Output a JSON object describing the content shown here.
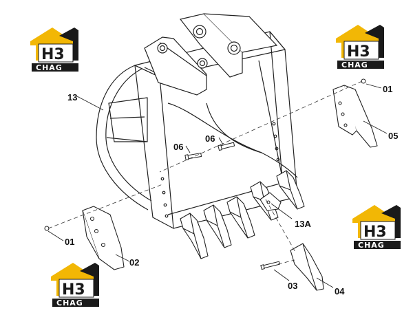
{
  "logo": {
    "mark": "H3",
    "subtitle": "CHAG"
  },
  "callouts": {
    "bucket": "13",
    "pin_left": "06",
    "pin_right": "06",
    "bolt_right": "01",
    "side_cutter_right": "05",
    "tooth_adapter": "13A",
    "bolt_left": "01",
    "side_cutter_left": "02",
    "tooth_pin": "03",
    "tooth_tip": "04"
  },
  "colors": {
    "logo_gold": "#F2B705",
    "logo_dark": "#1a1a1a",
    "line": "#222222"
  }
}
